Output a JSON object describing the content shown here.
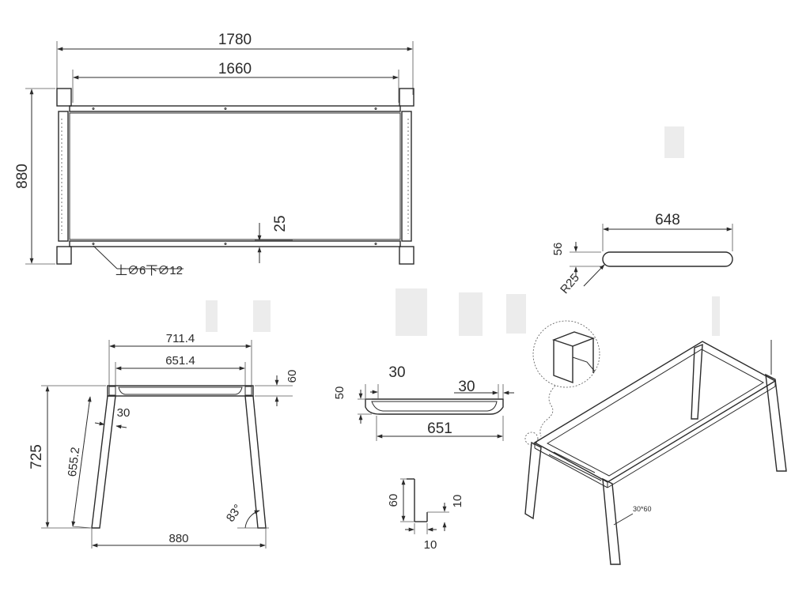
{
  "top_view": {
    "overall_width": "1780",
    "inner_width": "1660",
    "depth": "880",
    "rail_width": "25",
    "hole_note": "上∅6下∅12"
  },
  "side_view": {
    "top_width": "711.4",
    "inner_width": "651.4",
    "rail_height": "60",
    "leg_width": "30",
    "height": "725",
    "leg_length": "655.2",
    "leg_angle": "83°",
    "base_width": "880"
  },
  "rail_detail": {
    "length": "648",
    "height": "56",
    "radius": "R25"
  },
  "rail_section": {
    "height": "50",
    "left_inset": "30",
    "right_inset": "30",
    "length": "651"
  },
  "tube_profile": {
    "height": "60",
    "wall_height": "10",
    "wall_width": "10"
  },
  "isometric": {
    "tube_size": "30*60"
  }
}
